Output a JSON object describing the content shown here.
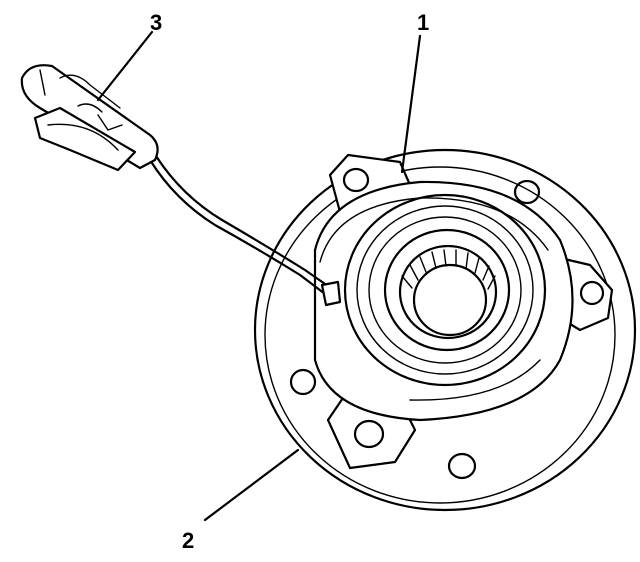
{
  "callouts": {
    "label_1": "1",
    "label_2": "2",
    "label_3": "3"
  },
  "colors": {
    "ink": "#000000",
    "paper": "#ffffff"
  }
}
